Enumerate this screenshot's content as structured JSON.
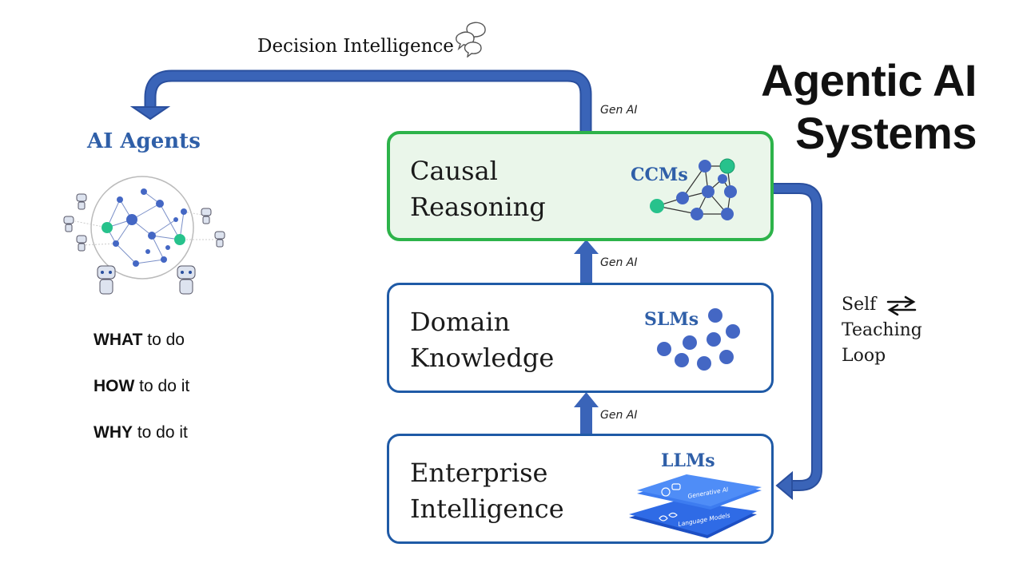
{
  "title": {
    "line1": "Agentic AI",
    "line2": "Systems"
  },
  "top_label": "Decision Intelligence",
  "agents": {
    "title": "AI Agents",
    "items": [
      {
        "keyword": "WHAT",
        "rest": " to do"
      },
      {
        "keyword": "HOW",
        "rest": " to do it"
      },
      {
        "keyword": "WHY",
        "rest": " to do it"
      }
    ]
  },
  "connector_label": "Gen AI",
  "layers": [
    {
      "line1": "Causal",
      "line2": "Reasoning",
      "model": "CCMs"
    },
    {
      "line1": "Domain",
      "line2": "Knowledge",
      "model": "SLMs"
    },
    {
      "line1": "Enterprise",
      "line2": "Intelligence",
      "model": "LLMs"
    }
  ],
  "llm_stack": {
    "top": "Generative AI",
    "bottom": "Language Models"
  },
  "loop": {
    "line1": "Self",
    "line2": "Teaching",
    "line3": "Loop"
  },
  "colors": {
    "arrow": "#3a64b8",
    "green": "#2db34a",
    "node_blue": "#4467c4",
    "node_green": "#27c28c",
    "label_blue": "#2f5fa8"
  },
  "icons": [
    "speech-bubbles-icon",
    "robot-icon",
    "network-icon",
    "swap-arrows-icon"
  ]
}
